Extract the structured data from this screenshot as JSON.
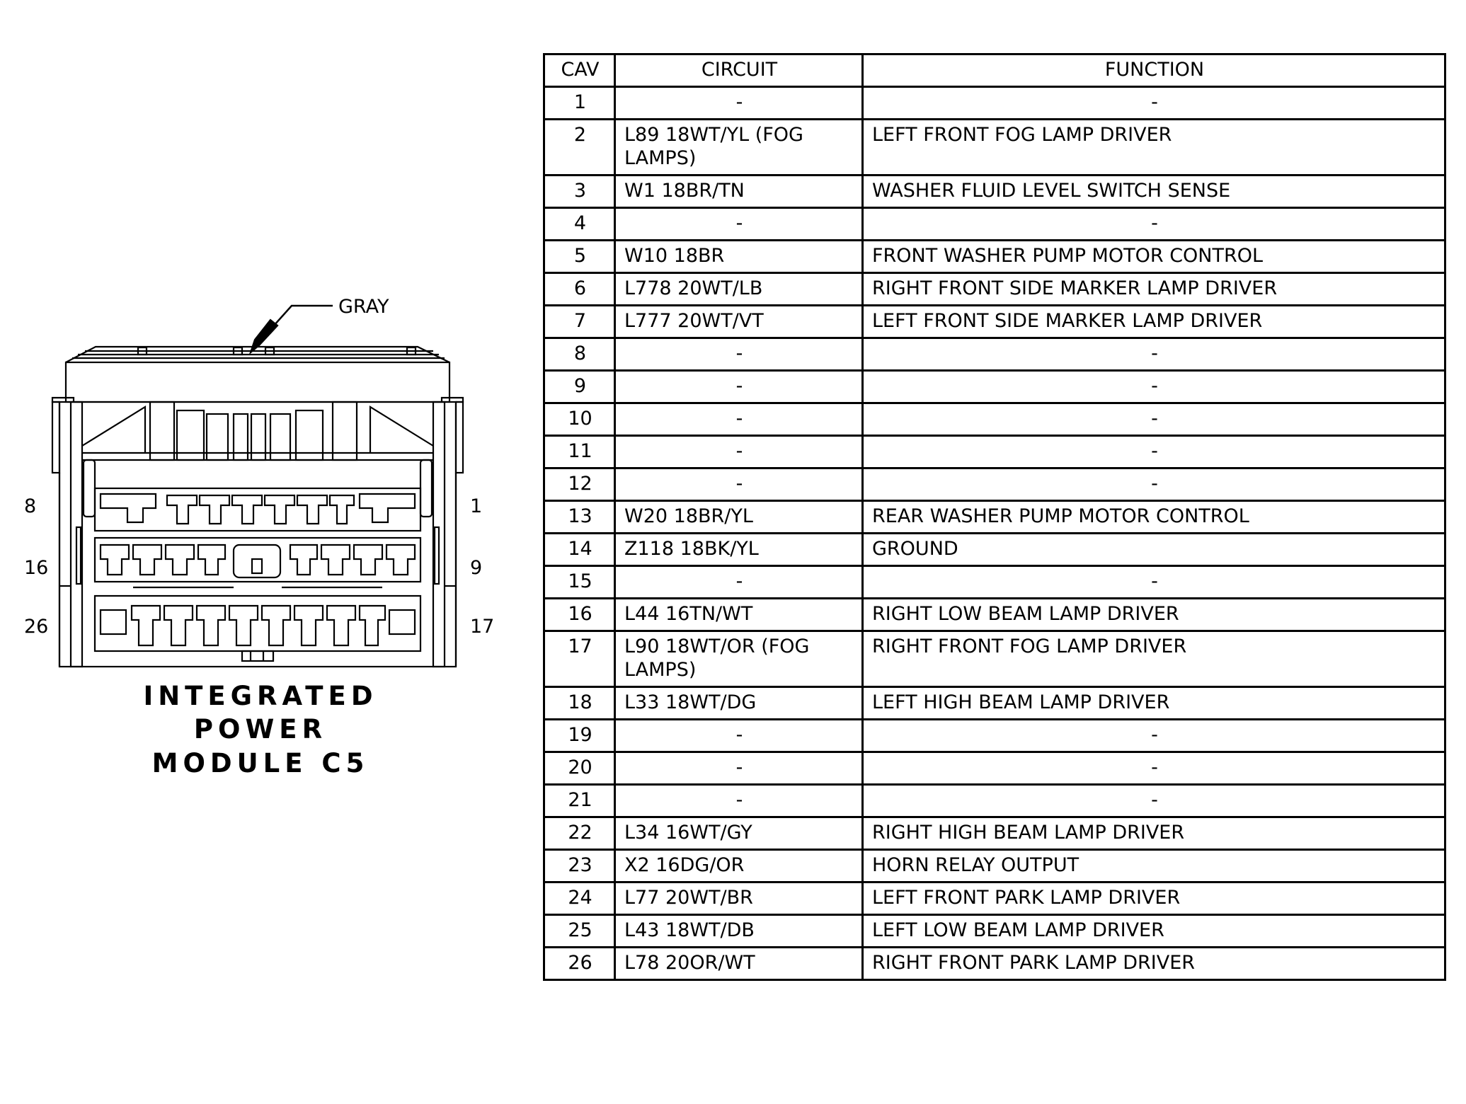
{
  "connector": {
    "color_callout": "GRAY",
    "title_lines": [
      "INTEGRATED",
      "POWER",
      "MODULE C5"
    ],
    "pin_labels": {
      "row1_left": "8",
      "row1_right": "1",
      "row2_left": "16",
      "row2_right": "9",
      "row3_left": "26",
      "row3_right": "17"
    }
  },
  "table": {
    "headers": [
      "CAV",
      "CIRCUIT",
      "FUNCTION"
    ],
    "rows": [
      {
        "cav": "1",
        "circuit": "-",
        "function": "-"
      },
      {
        "cav": "2",
        "circuit": "L89 18WT/YL (FOG LAMPS)",
        "function": "LEFT FRONT FOG LAMP DRIVER"
      },
      {
        "cav": "3",
        "circuit": "W1 18BR/TN",
        "function": "WASHER FLUID LEVEL SWITCH SENSE"
      },
      {
        "cav": "4",
        "circuit": "-",
        "function": "-"
      },
      {
        "cav": "5",
        "circuit": "W10 18BR",
        "function": "FRONT WASHER PUMP MOTOR CONTROL"
      },
      {
        "cav": "6",
        "circuit": "L778 20WT/LB",
        "function": "RIGHT FRONT SIDE MARKER LAMP DRIVER"
      },
      {
        "cav": "7",
        "circuit": "L777 20WT/VT",
        "function": "LEFT FRONT SIDE MARKER LAMP DRIVER"
      },
      {
        "cav": "8",
        "circuit": "-",
        "function": "-"
      },
      {
        "cav": "9",
        "circuit": "-",
        "function": "-"
      },
      {
        "cav": "10",
        "circuit": "-",
        "function": "-"
      },
      {
        "cav": "11",
        "circuit": "-",
        "function": "-"
      },
      {
        "cav": "12",
        "circuit": "-",
        "function": "-"
      },
      {
        "cav": "13",
        "circuit": "W20 18BR/YL",
        "function": "REAR WASHER PUMP MOTOR CONTROL"
      },
      {
        "cav": "14",
        "circuit": "Z118 18BK/YL",
        "function": "GROUND"
      },
      {
        "cav": "15",
        "circuit": "-",
        "function": "-"
      },
      {
        "cav": "16",
        "circuit": "L44 16TN/WT",
        "function": "RIGHT LOW BEAM LAMP DRIVER"
      },
      {
        "cav": "17",
        "circuit": "L90 18WT/OR (FOG LAMPS)",
        "function": "RIGHT FRONT FOG LAMP DRIVER"
      },
      {
        "cav": "18",
        "circuit": "L33 18WT/DG",
        "function": "LEFT HIGH BEAM LAMP DRIVER"
      },
      {
        "cav": "19",
        "circuit": "-",
        "function": "-"
      },
      {
        "cav": "20",
        "circuit": "-",
        "function": "-"
      },
      {
        "cav": "21",
        "circuit": "-",
        "function": "-"
      },
      {
        "cav": "22",
        "circuit": "L34 16WT/GY",
        "function": "RIGHT HIGH BEAM LAMP DRIVER"
      },
      {
        "cav": "23",
        "circuit": "X2 16DG/OR",
        "function": "HORN RELAY OUTPUT"
      },
      {
        "cav": "24",
        "circuit": "L77 20WT/BR",
        "function": "LEFT FRONT PARK LAMP DRIVER"
      },
      {
        "cav": "25",
        "circuit": "L43 18WT/DB",
        "function": "LEFT LOW BEAM LAMP DRIVER"
      },
      {
        "cav": "26",
        "circuit": "L78 20OR/WT",
        "function": "RIGHT FRONT PARK LAMP DRIVER"
      }
    ]
  }
}
